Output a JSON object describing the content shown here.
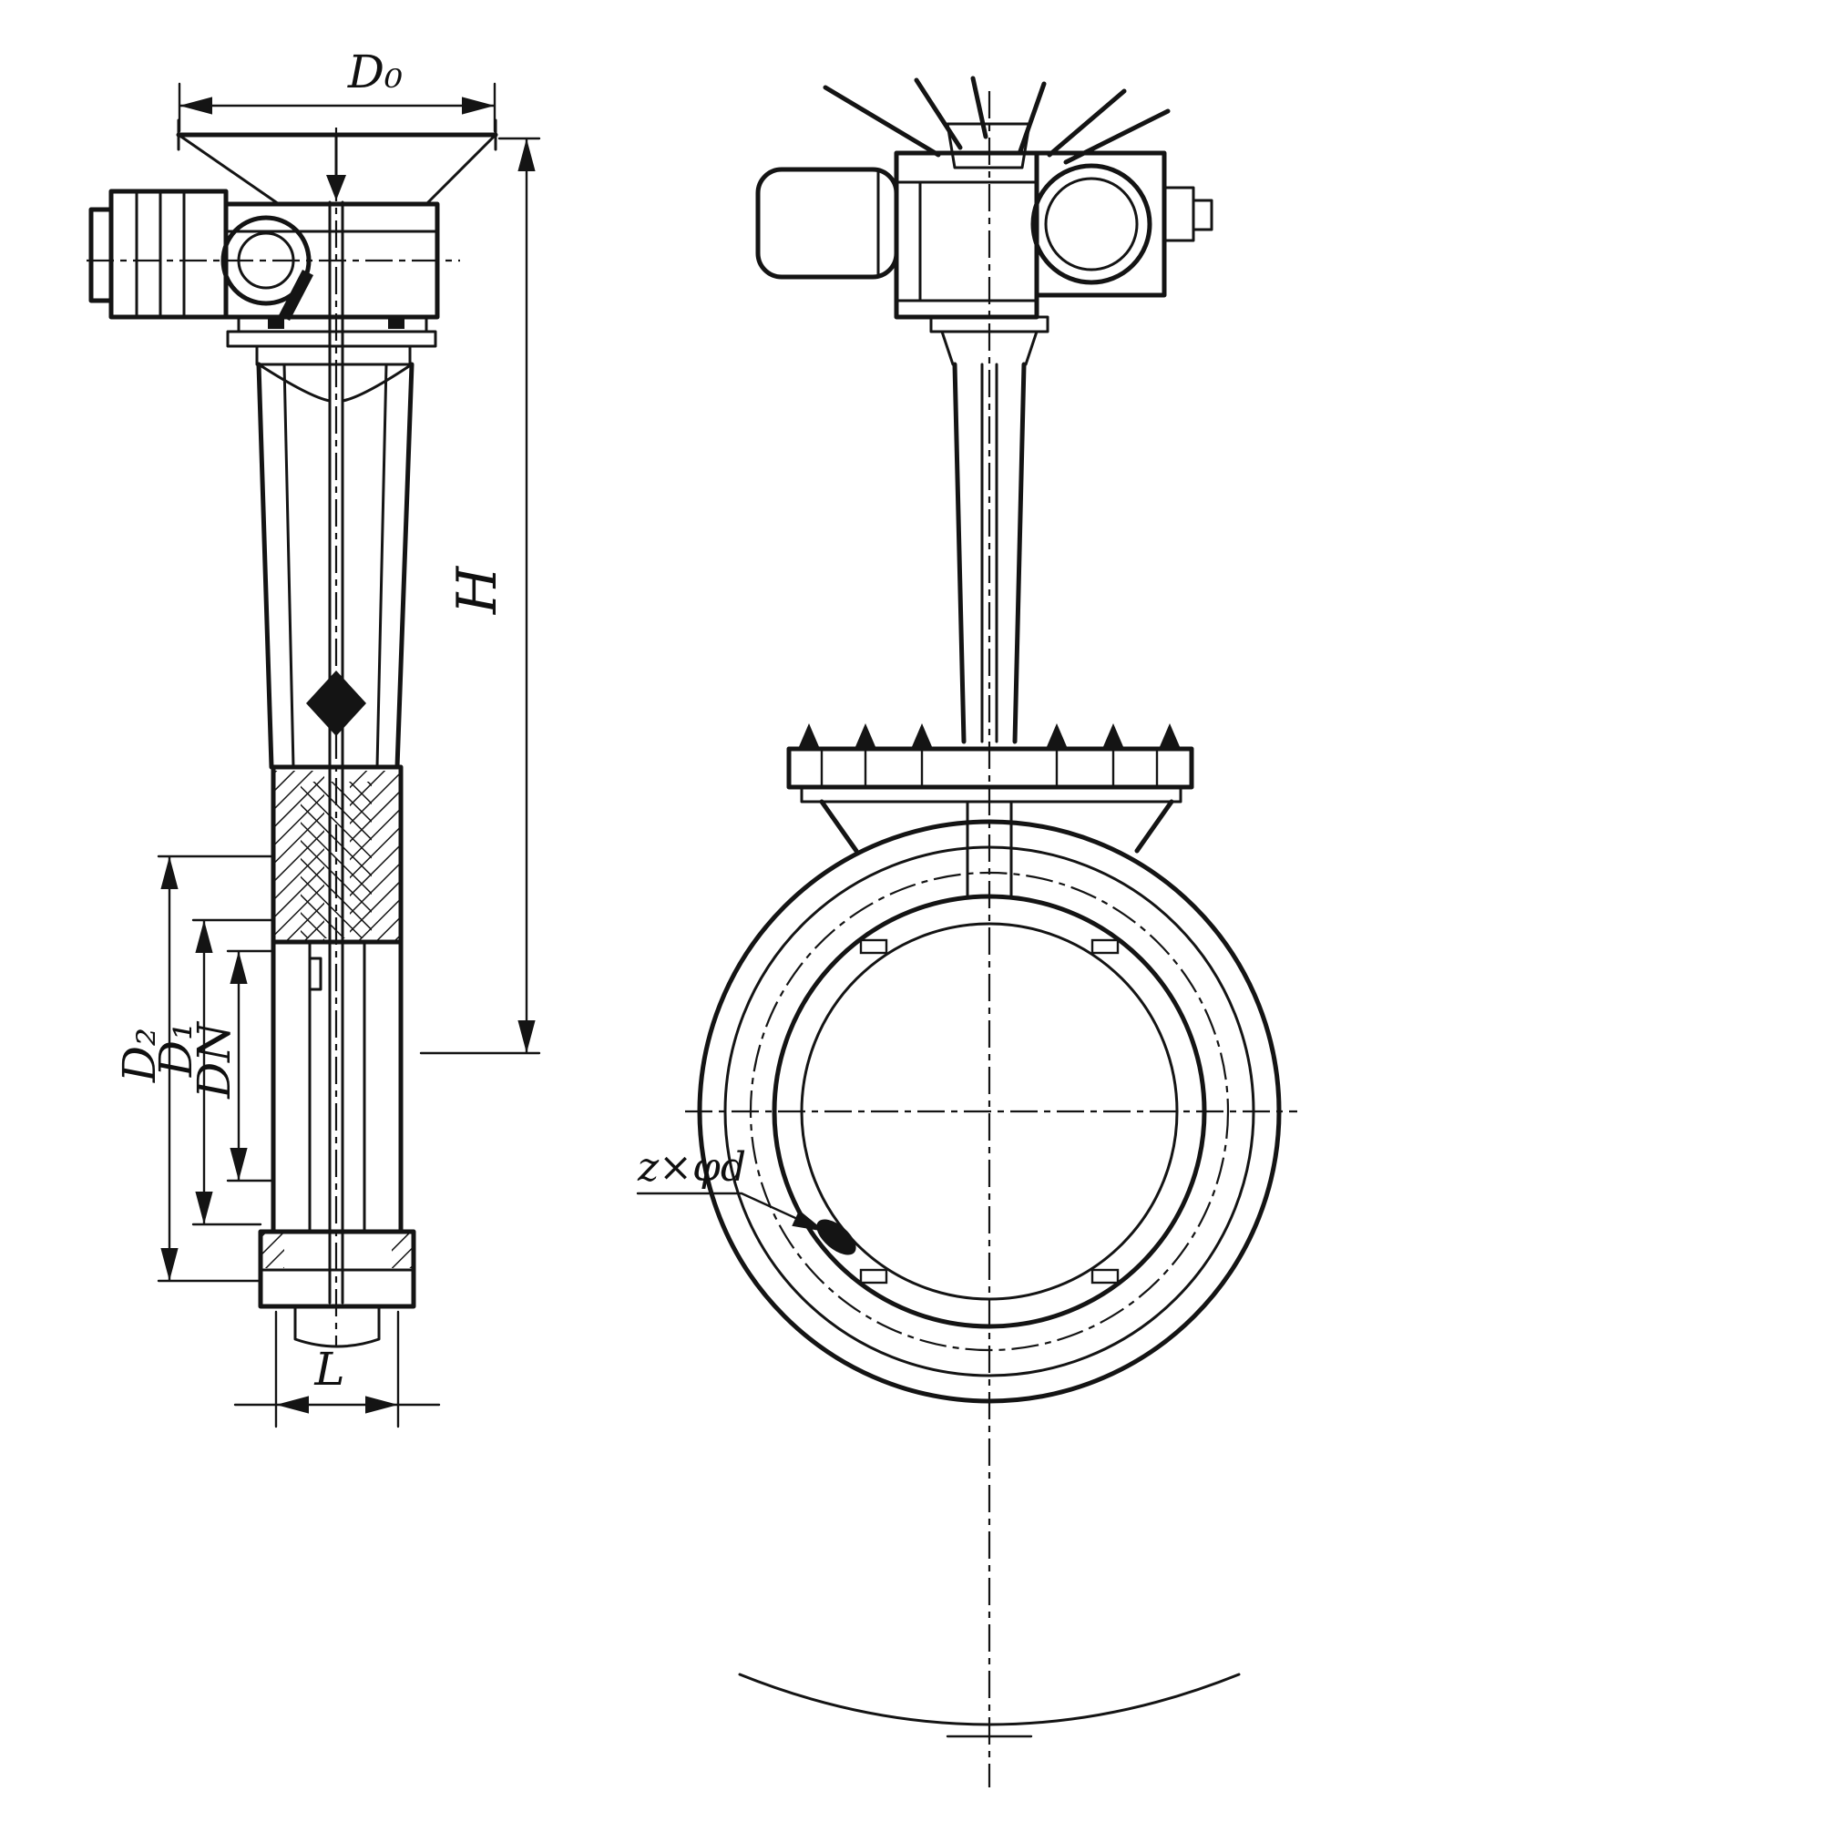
{
  "page": {
    "background": "#ffffff",
    "ink": "#141414"
  },
  "drawing": {
    "dimension_labels": {
      "d0": "D₀",
      "h": "H",
      "d2": "D₂",
      "d1": "D₁",
      "dn": "DN",
      "l": "L"
    },
    "annotations": {
      "bolt_spec": "z×φd"
    }
  }
}
